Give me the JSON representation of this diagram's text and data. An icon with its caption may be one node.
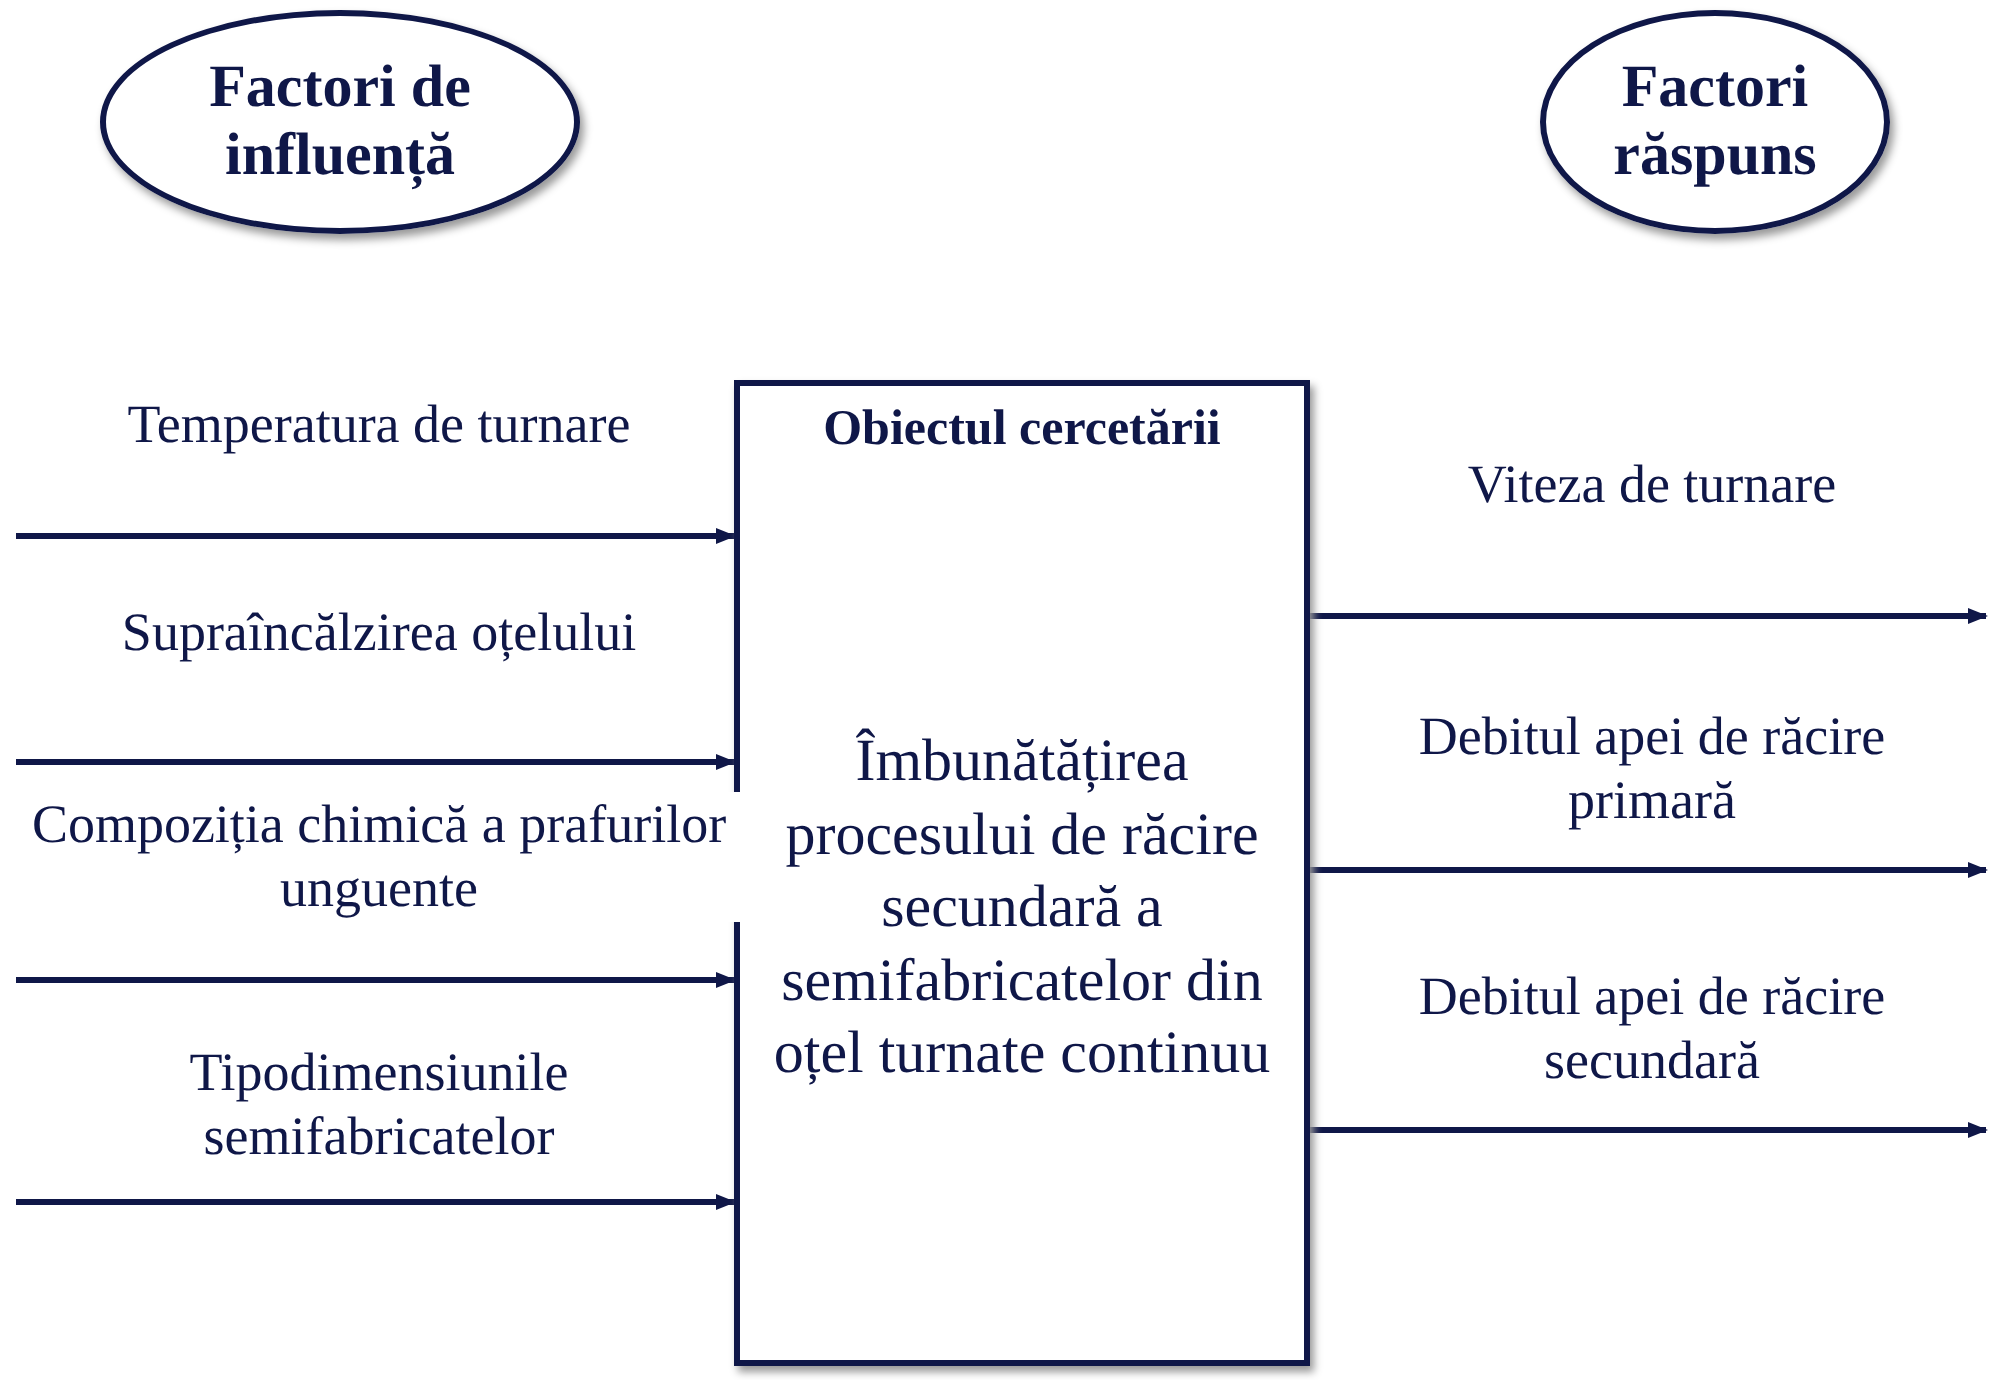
{
  "diagram": {
    "nodes": [
      {
        "text": [
          "Factori de influență"
        ]
      },
      {
        "text": [
          "Factori răspuns"
        ]
      },
      {
        "text": [
          "Obiectul cercetării",
          "Îmbunătățirea procesului de răcire secundară a semifabricatelor din oțel turnate continuu"
        ]
      }
    ],
    "edges": [
      {
        "from": null,
        "to": 2,
        "arrow": "to",
        "label": "Temperatura de turnare"
      },
      {
        "from": null,
        "to": 2,
        "arrow": "to",
        "label": "Supraîncălzirea oțelului"
      },
      {
        "from": null,
        "to": 2,
        "arrow": "to",
        "label": "Compoziția chimică a prafurilor unguente"
      },
      {
        "from": null,
        "to": 2,
        "arrow": "to",
        "label": "Tipodimensiunile semifabricatelor"
      },
      {
        "from": 2,
        "to": null,
        "arrow": "to",
        "label": "Viteza de turnare"
      },
      {
        "from": 2,
        "to": null,
        "arrow": "to",
        "label": "Debitul apei de răcire primară"
      },
      {
        "from": 2,
        "to": null,
        "arrow": "to",
        "label": "Debitul apei de răcire secundară"
      }
    ]
  }
}
